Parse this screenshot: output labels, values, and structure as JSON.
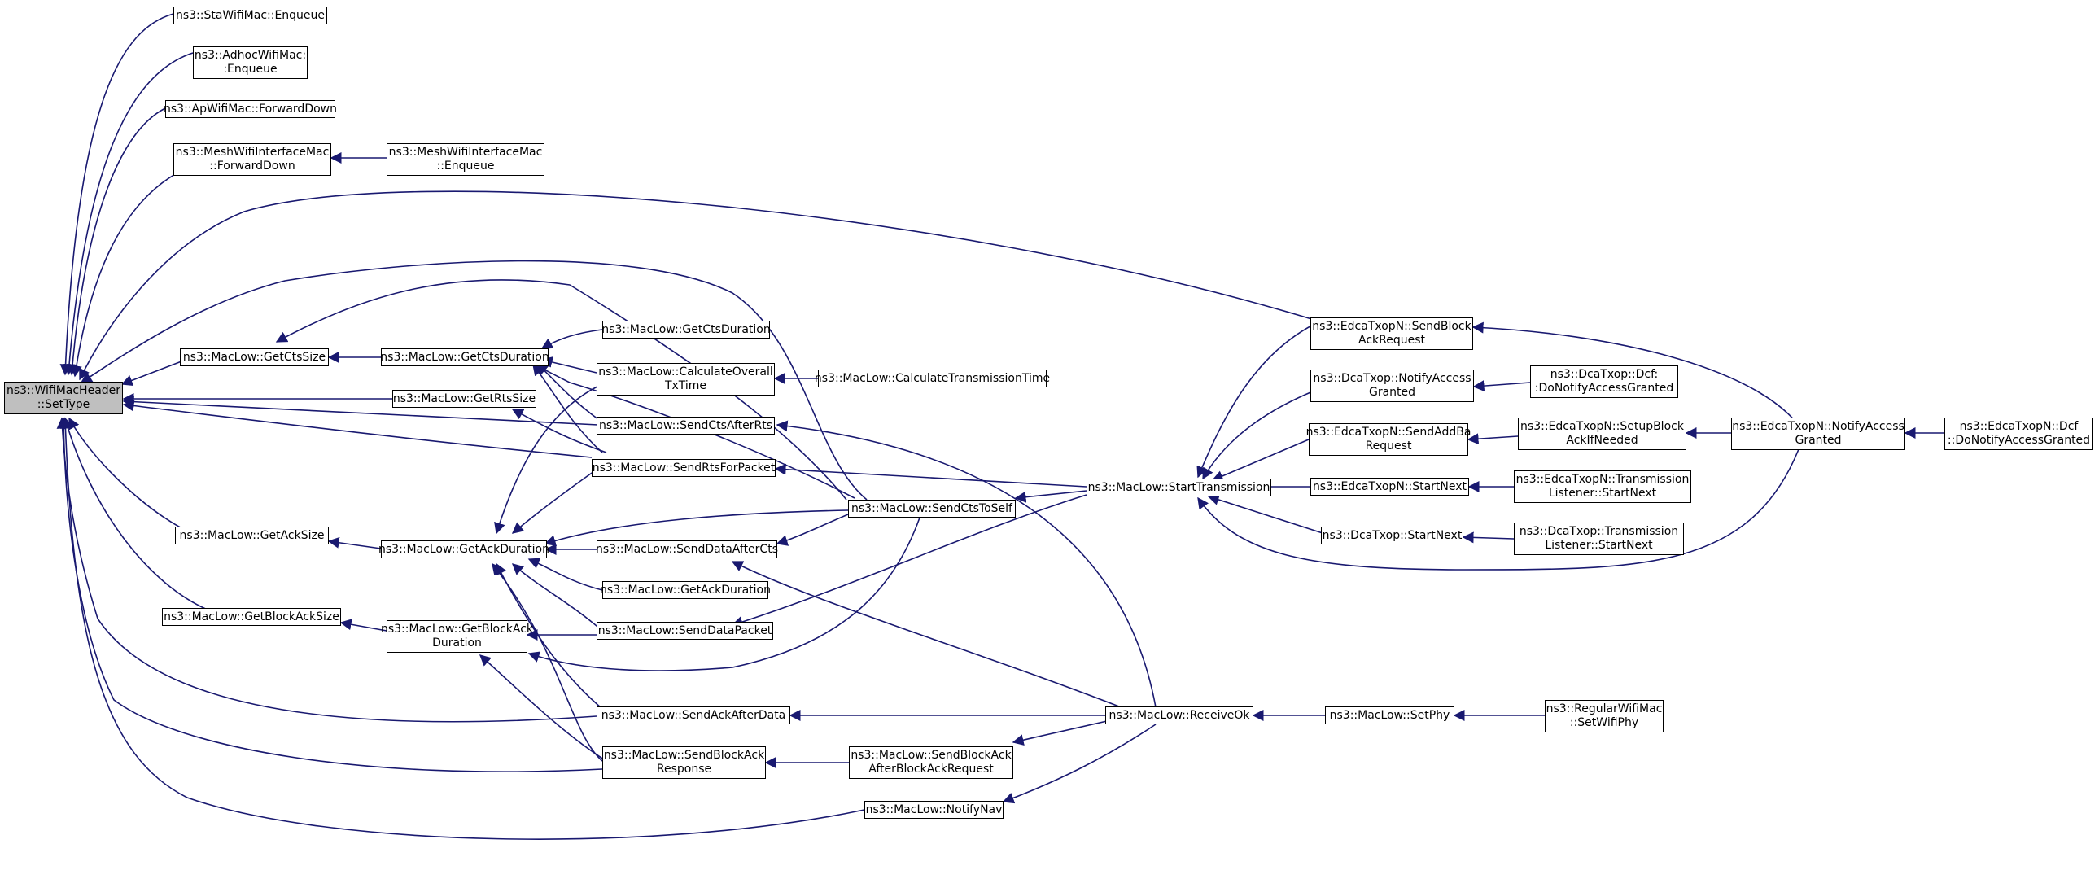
{
  "colors": {
    "edge": "#191970",
    "border": "#000000",
    "root_fill": "#bfbfbf",
    "node_fill": "#ffffff"
  },
  "nodes": {
    "root": "ns3::WifiMacHeader\n::SetType",
    "sta_enqueue": "ns3::StaWifiMac::Enqueue",
    "adhoc_enqueue": "ns3::AdhocWifiMac:\n:Enqueue",
    "ap_forwarddown": "ns3::ApWifiMac::ForwardDown",
    "mesh_forwarddown": "ns3::MeshWifiInterfaceMac\n::ForwardDown",
    "mesh_enqueue": "ns3::MeshWifiInterfaceMac\n::Enqueue",
    "getctssize": "ns3::MacLow::GetCtsSize",
    "getctsduration": "ns3::MacLow::GetCtsDuration",
    "getctsduration2": "ns3::MacLow::GetCtsDuration",
    "calc_overall": "ns3::MacLow::CalculateOverall\nTxTime",
    "calc_trans": "ns3::MacLow::CalculateTransmissionTime",
    "getrtssize": "ns3::MacLow::GetRtsSize",
    "sendctsafterrts": "ns3::MacLow::SendCtsAfterRts",
    "sendrtsforpacket": "ns3::MacLow::SendRtsForPacket",
    "sendctstoself": "ns3::MacLow::SendCtsToSelf",
    "getacksize": "ns3::MacLow::GetAckSize",
    "getackduration": "ns3::MacLow::GetAckDuration",
    "senddataafterctx": "ns3::MacLow::SendDataAfterCts",
    "getackduration2": "ns3::MacLow::GetAckDuration",
    "getblockacksize": "ns3::MacLow::GetBlockAckSize",
    "getblockackduration": "ns3::MacLow::GetBlockAck\nDuration",
    "senddatapacket": "ns3::MacLow::SendDataPacket",
    "sendackafterdata": "ns3::MacLow::SendAckAfterData",
    "sendblockackresponse": "ns3::MacLow::SendBlockAck\nResponse",
    "sendblockackafter": "ns3::MacLow::SendBlockAck\nAfterBlockAckRequest",
    "notifynav": "ns3::MacLow::NotifyNav",
    "starttransmission": "ns3::MacLow::StartTransmission",
    "receiveok": "ns3::MacLow::ReceiveOk",
    "setphy": "ns3::MacLow::SetPhy",
    "regular_setwifiphy": "ns3::RegularWifiMac\n::SetWifiPhy",
    "edca_sendblock": "ns3::EdcaTxopN::SendBlock\nAckRequest",
    "dca_notifyaccess": "ns3::DcaTxop::NotifyAccess\nGranted",
    "dca_dcf_donotify": "ns3::DcaTxop::Dcf:\n:DoNotifyAccessGranted",
    "edca_sendaddba": "ns3::EdcaTxopN::SendAddBa\nRequest",
    "edca_setupblock": "ns3::EdcaTxopN::SetupBlock\nAckIfNeeded",
    "edca_notifyaccess": "ns3::EdcaTxopN::NotifyAccess\nGranted",
    "edca_dcf_donotify": "ns3::EdcaTxopN::Dcf\n::DoNotifyAccessGranted",
    "edca_startnext": "ns3::EdcaTxopN::StartNext",
    "edca_translistener": "ns3::EdcaTxopN::Transmission\nListener::StartNext",
    "dca_startnext": "ns3::DcaTxop::StartNext",
    "dca_translistener": "ns3::DcaTxop::Transmission\nListener::StartNext"
  }
}
